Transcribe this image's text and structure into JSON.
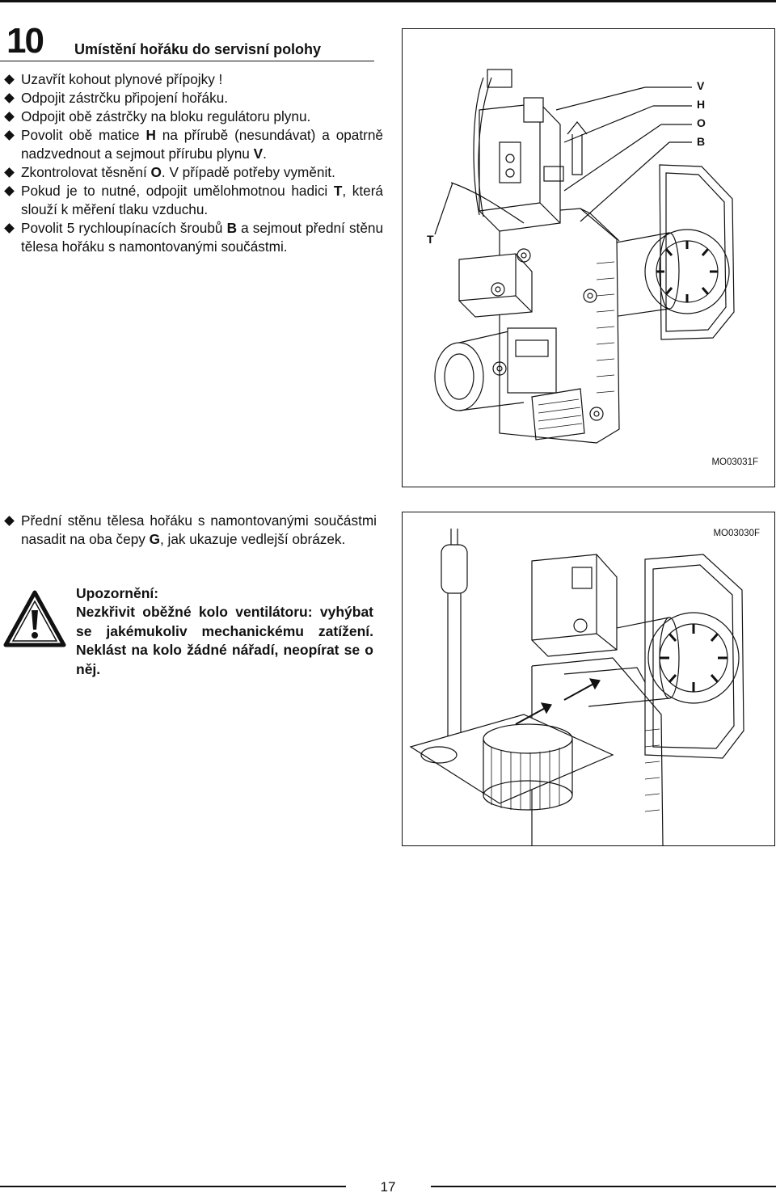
{
  "header": {
    "section_number": "10",
    "title": "Umístění hořáku do servisní polohy"
  },
  "steps": [
    {
      "text": "Uzavřít kohout plynové přípojky !"
    },
    {
      "text": "Odpojit zástrčku připojení hořáku."
    },
    {
      "text": "Odpojit obě zástrčky na bloku regulátoru plynu."
    },
    {
      "before": "Povolit obě matice ",
      "bold": "H",
      "after": " na přírubě (nesundávat) a opatrně nadzvednout a sejmout přírubu plynu ",
      "bold2": "V",
      "after2": "."
    },
    {
      "before": "Zkontrolovat těsnění ",
      "bold": "O",
      "after": ". V případě potřeby vyměnit."
    },
    {
      "before": "Pokud je to nutné, odpojit umělohmotnou hadici ",
      "bold": "T",
      "after": ", která slouží k měření tlaku vzduchu."
    },
    {
      "before": "Povolit 5 rychloupínacích šroubů ",
      "bold": "B",
      "after": " a sejmout přední stěnu tělesa hořáku s namontovanými součástmi."
    }
  ],
  "step_mount": {
    "before": "Přední stěnu tělesa hořáku s namontovanými součástmi nasadit na oba čepy ",
    "bold": "G",
    "after": ", jak ukazuje vedlejší obrázek."
  },
  "warning": {
    "icon": "warning-triangle-icon",
    "heading": "Upozornění:",
    "text": "Nezkřivit oběžné kolo ventilátoru: vyhýbat se jakémukoliv mechanickému zatížení. Neklást na kolo žádné nářadí, neopírat se o něj."
  },
  "figure1": {
    "code": "MO03031F",
    "labels": {
      "v": "V",
      "h": "H",
      "o": "O",
      "b": "B",
      "t": "T"
    }
  },
  "figure2": {
    "code": "MO03030F"
  },
  "footer": {
    "page_number": "17"
  },
  "colors": {
    "ink": "#111111",
    "paper": "#ffffff"
  }
}
